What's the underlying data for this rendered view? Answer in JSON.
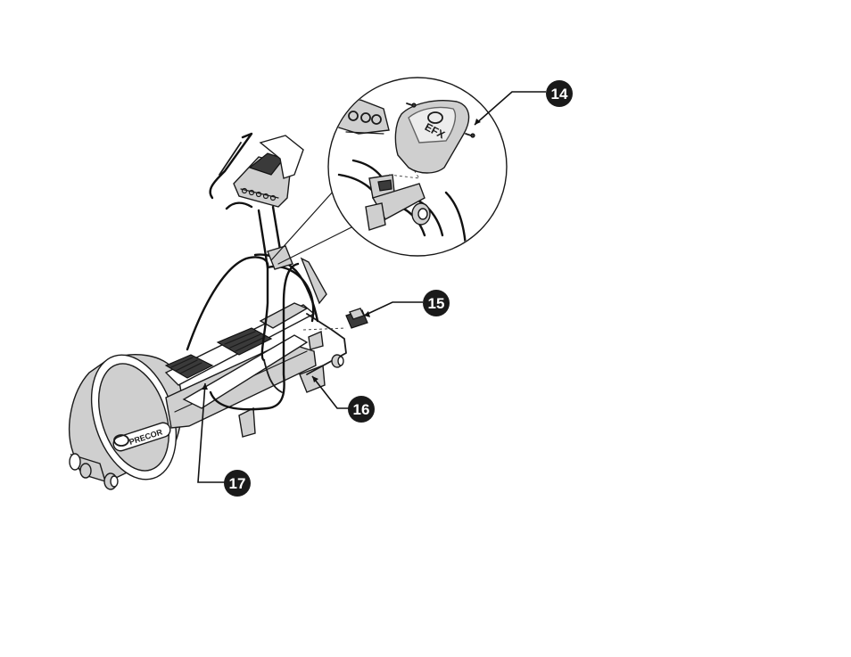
{
  "callouts": [
    {
      "id": "c14",
      "label": "14"
    },
    {
      "id": "c15",
      "label": "15"
    },
    {
      "id": "c16",
      "label": "16"
    },
    {
      "id": "c17",
      "label": "17"
    }
  ],
  "product_marks": {
    "cover_logo": "EFX",
    "flywheel_brand": "PRECOR"
  },
  "colors": {
    "callout_fill": "#1a1a1a",
    "line": "#1a1a1a",
    "shade": "#cfcfcf"
  }
}
